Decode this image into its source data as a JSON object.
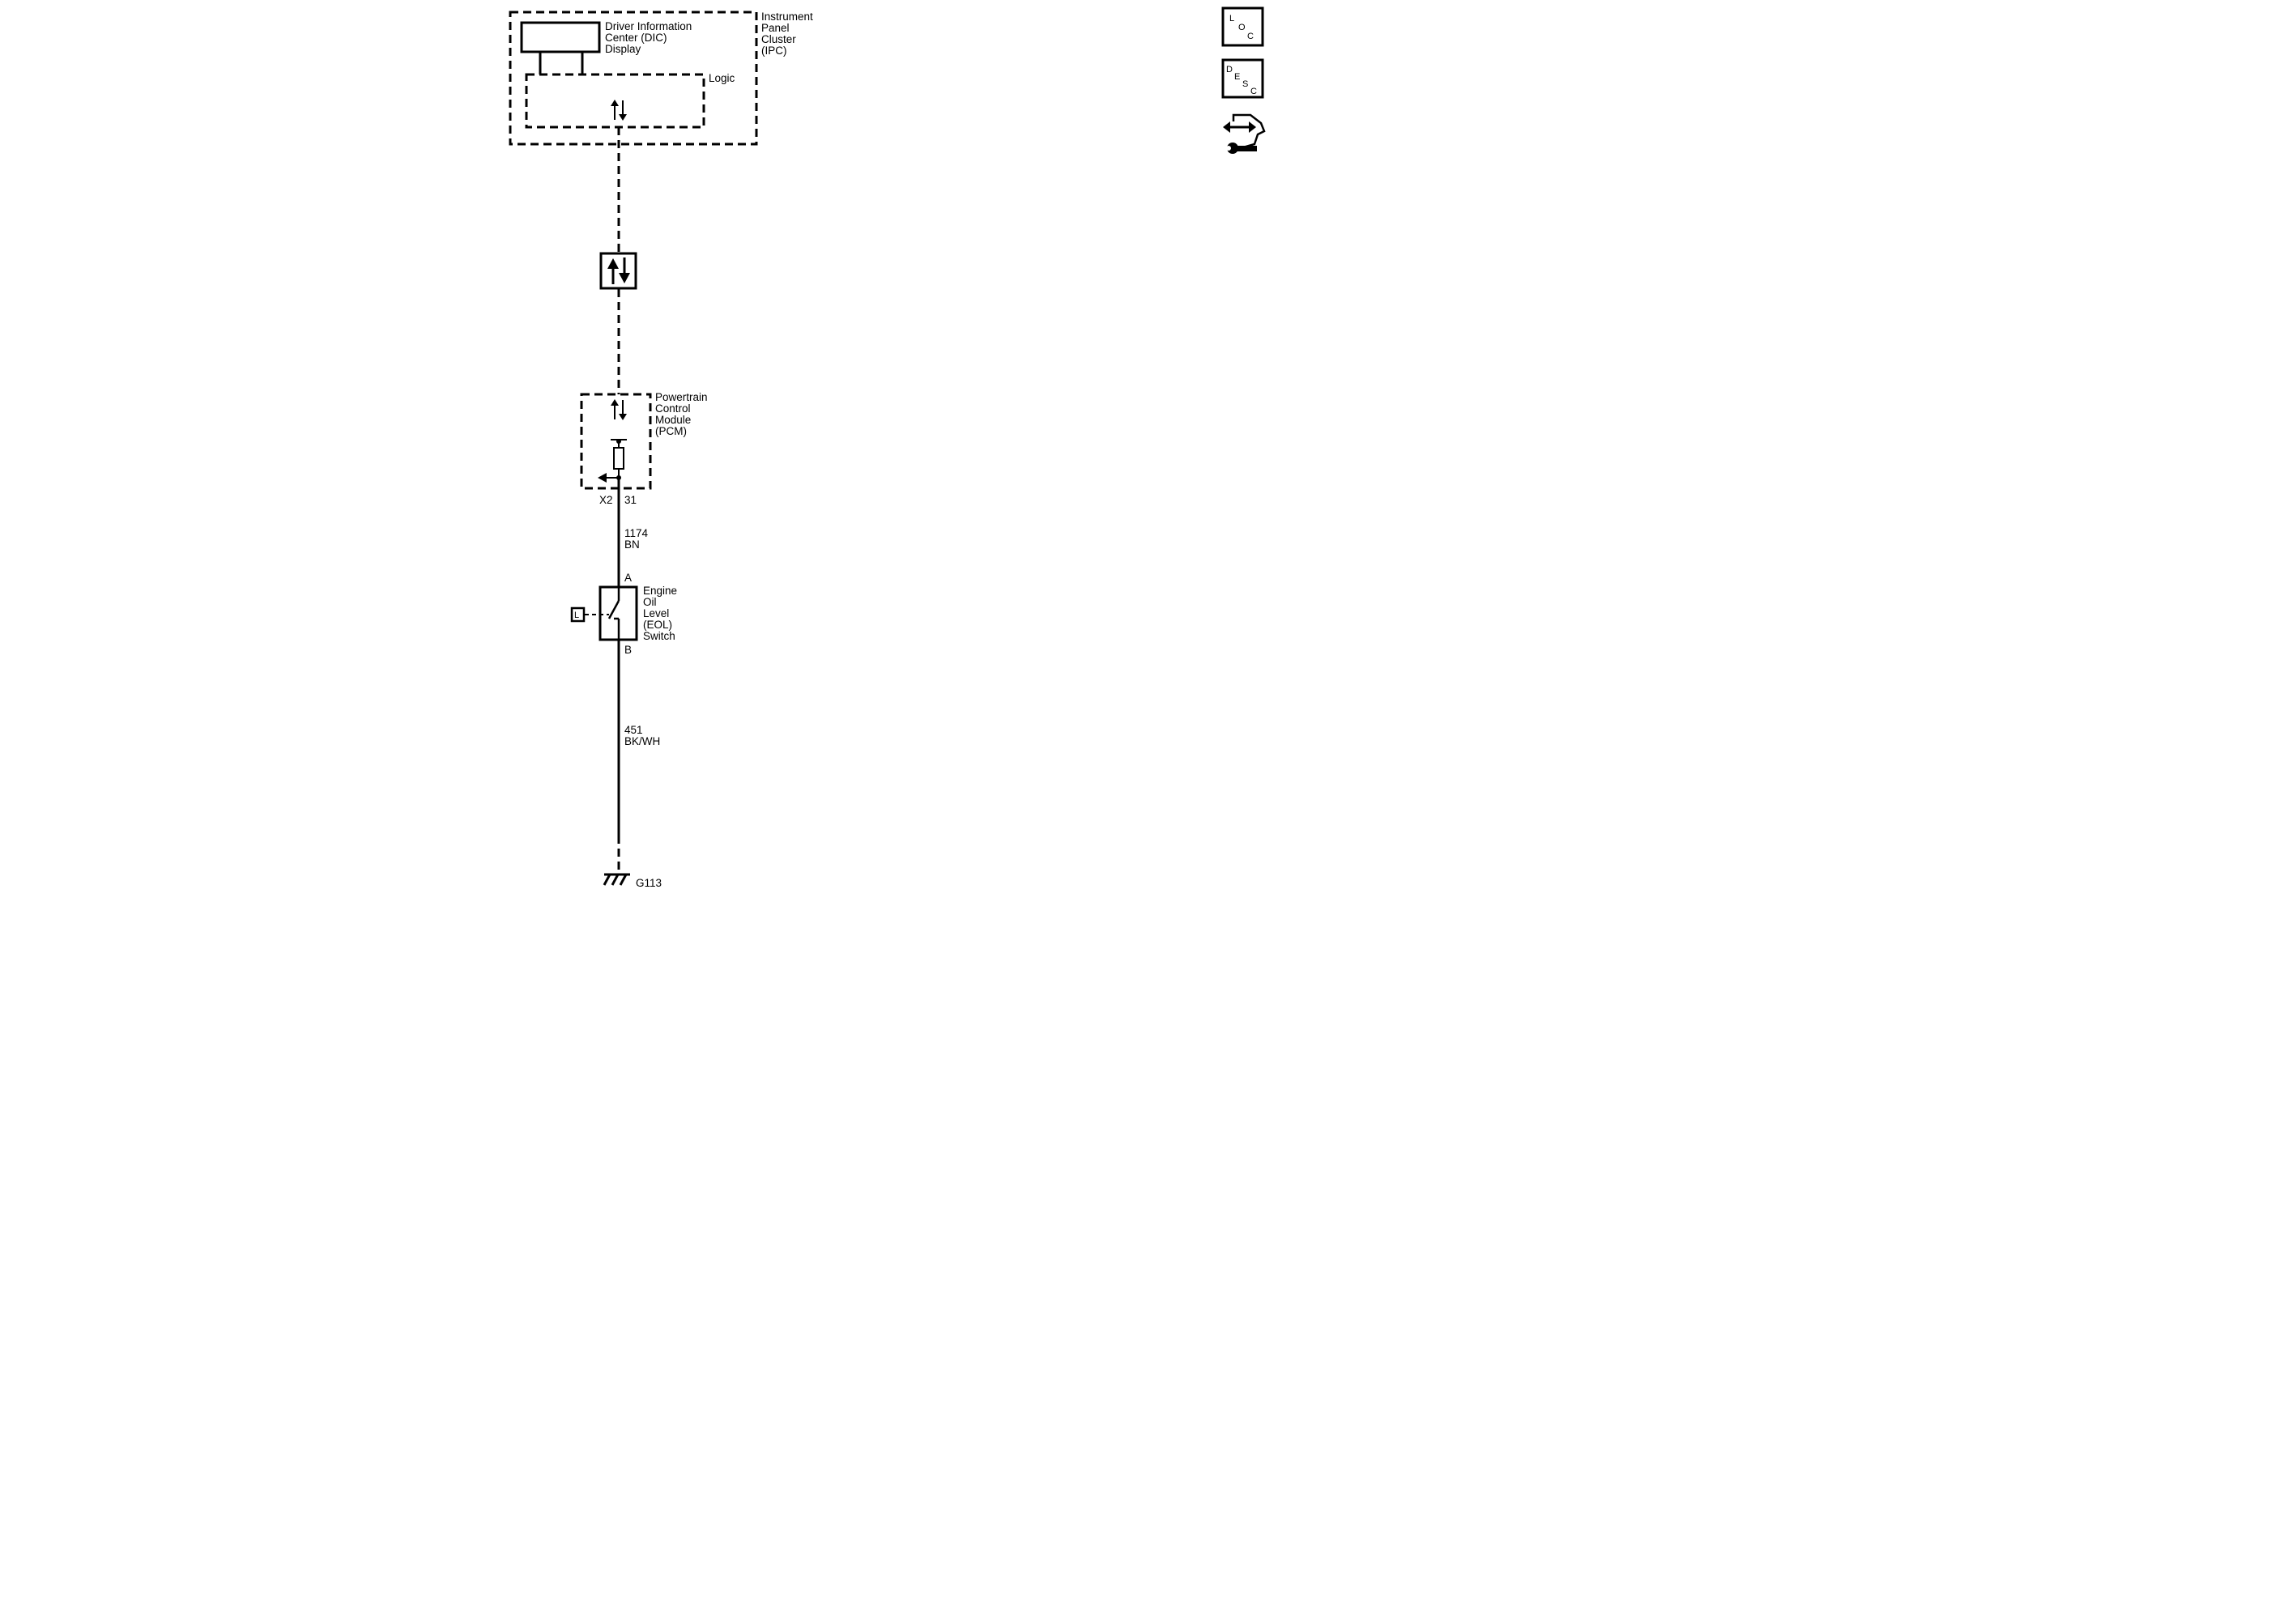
{
  "ipc": {
    "line1": "Instrument",
    "line2": "Panel",
    "line3": "Cluster",
    "line4": "(IPC)"
  },
  "dic": {
    "line1": "Driver Information",
    "line2": "Center (DIC)",
    "line3": "Display"
  },
  "logic": {
    "label": "Logic"
  },
  "pcm": {
    "line1": "Powertrain",
    "line2": "Control",
    "line3": "Module",
    "line4": "(PCM)"
  },
  "connector": {
    "id": "X2",
    "pin": "31"
  },
  "wire_top": {
    "circuit": "1174",
    "color": "BN"
  },
  "switch": {
    "pin_a": "A",
    "pin_b": "B",
    "line1": "Engine",
    "line2": "Oil",
    "line3": "Level",
    "line4": "(EOL)",
    "line5": "Switch",
    "linked_symbol": "L"
  },
  "wire_bottom": {
    "circuit": "451",
    "color": "BK/WH"
  },
  "ground": {
    "id": "G113"
  },
  "side_icons": {
    "loc": {
      "l1": "L",
      "l2": "O",
      "l3": "C",
      "name": "loc-icon"
    },
    "desc": {
      "l1": "D",
      "l2": "E",
      "l3": "S",
      "l4": "C",
      "name": "desc-icon"
    },
    "connector_tool": {
      "name": "connector-wrench-icon"
    }
  }
}
